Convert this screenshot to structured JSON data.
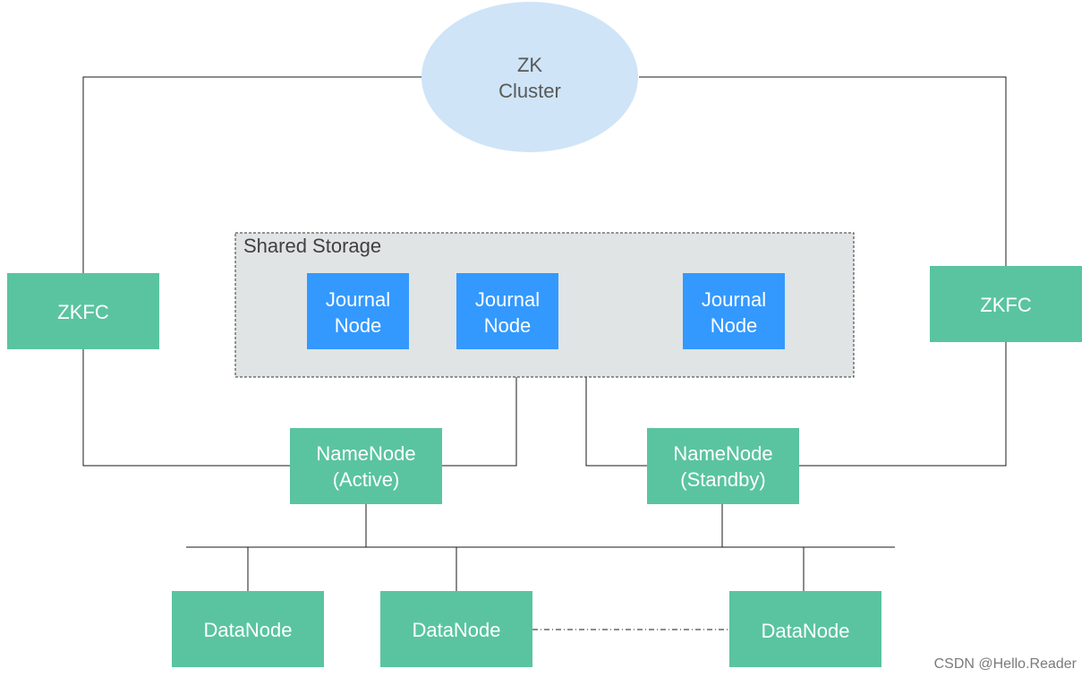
{
  "zk_cluster": {
    "line1": "ZK",
    "line2": "Cluster",
    "color": "#cfe4f7"
  },
  "zkfc_left": {
    "label": "ZKFC"
  },
  "zkfc_right": {
    "label": "ZKFC"
  },
  "shared_storage": {
    "title": "Shared Storage",
    "color": "#e0e4e5"
  },
  "journal_nodes": [
    {
      "line1": "Journal",
      "line2": "Node"
    },
    {
      "line1": "Journal",
      "line2": "Node"
    },
    {
      "line1": "Journal",
      "line2": "Node"
    }
  ],
  "namenode_active": {
    "line1": "NameNode",
    "line2": "(Active)"
  },
  "namenode_standby": {
    "line1": "NameNode",
    "line2": "(Standby)"
  },
  "datanodes": [
    {
      "label": "DataNode"
    },
    {
      "label": "DataNode"
    },
    {
      "label": "DataNode"
    }
  ],
  "watermark": "CSDN @Hello.Reader",
  "colors": {
    "green_box": "#5ac4a0",
    "blue_box": "#3399ff",
    "line": "#1a1a1a"
  }
}
